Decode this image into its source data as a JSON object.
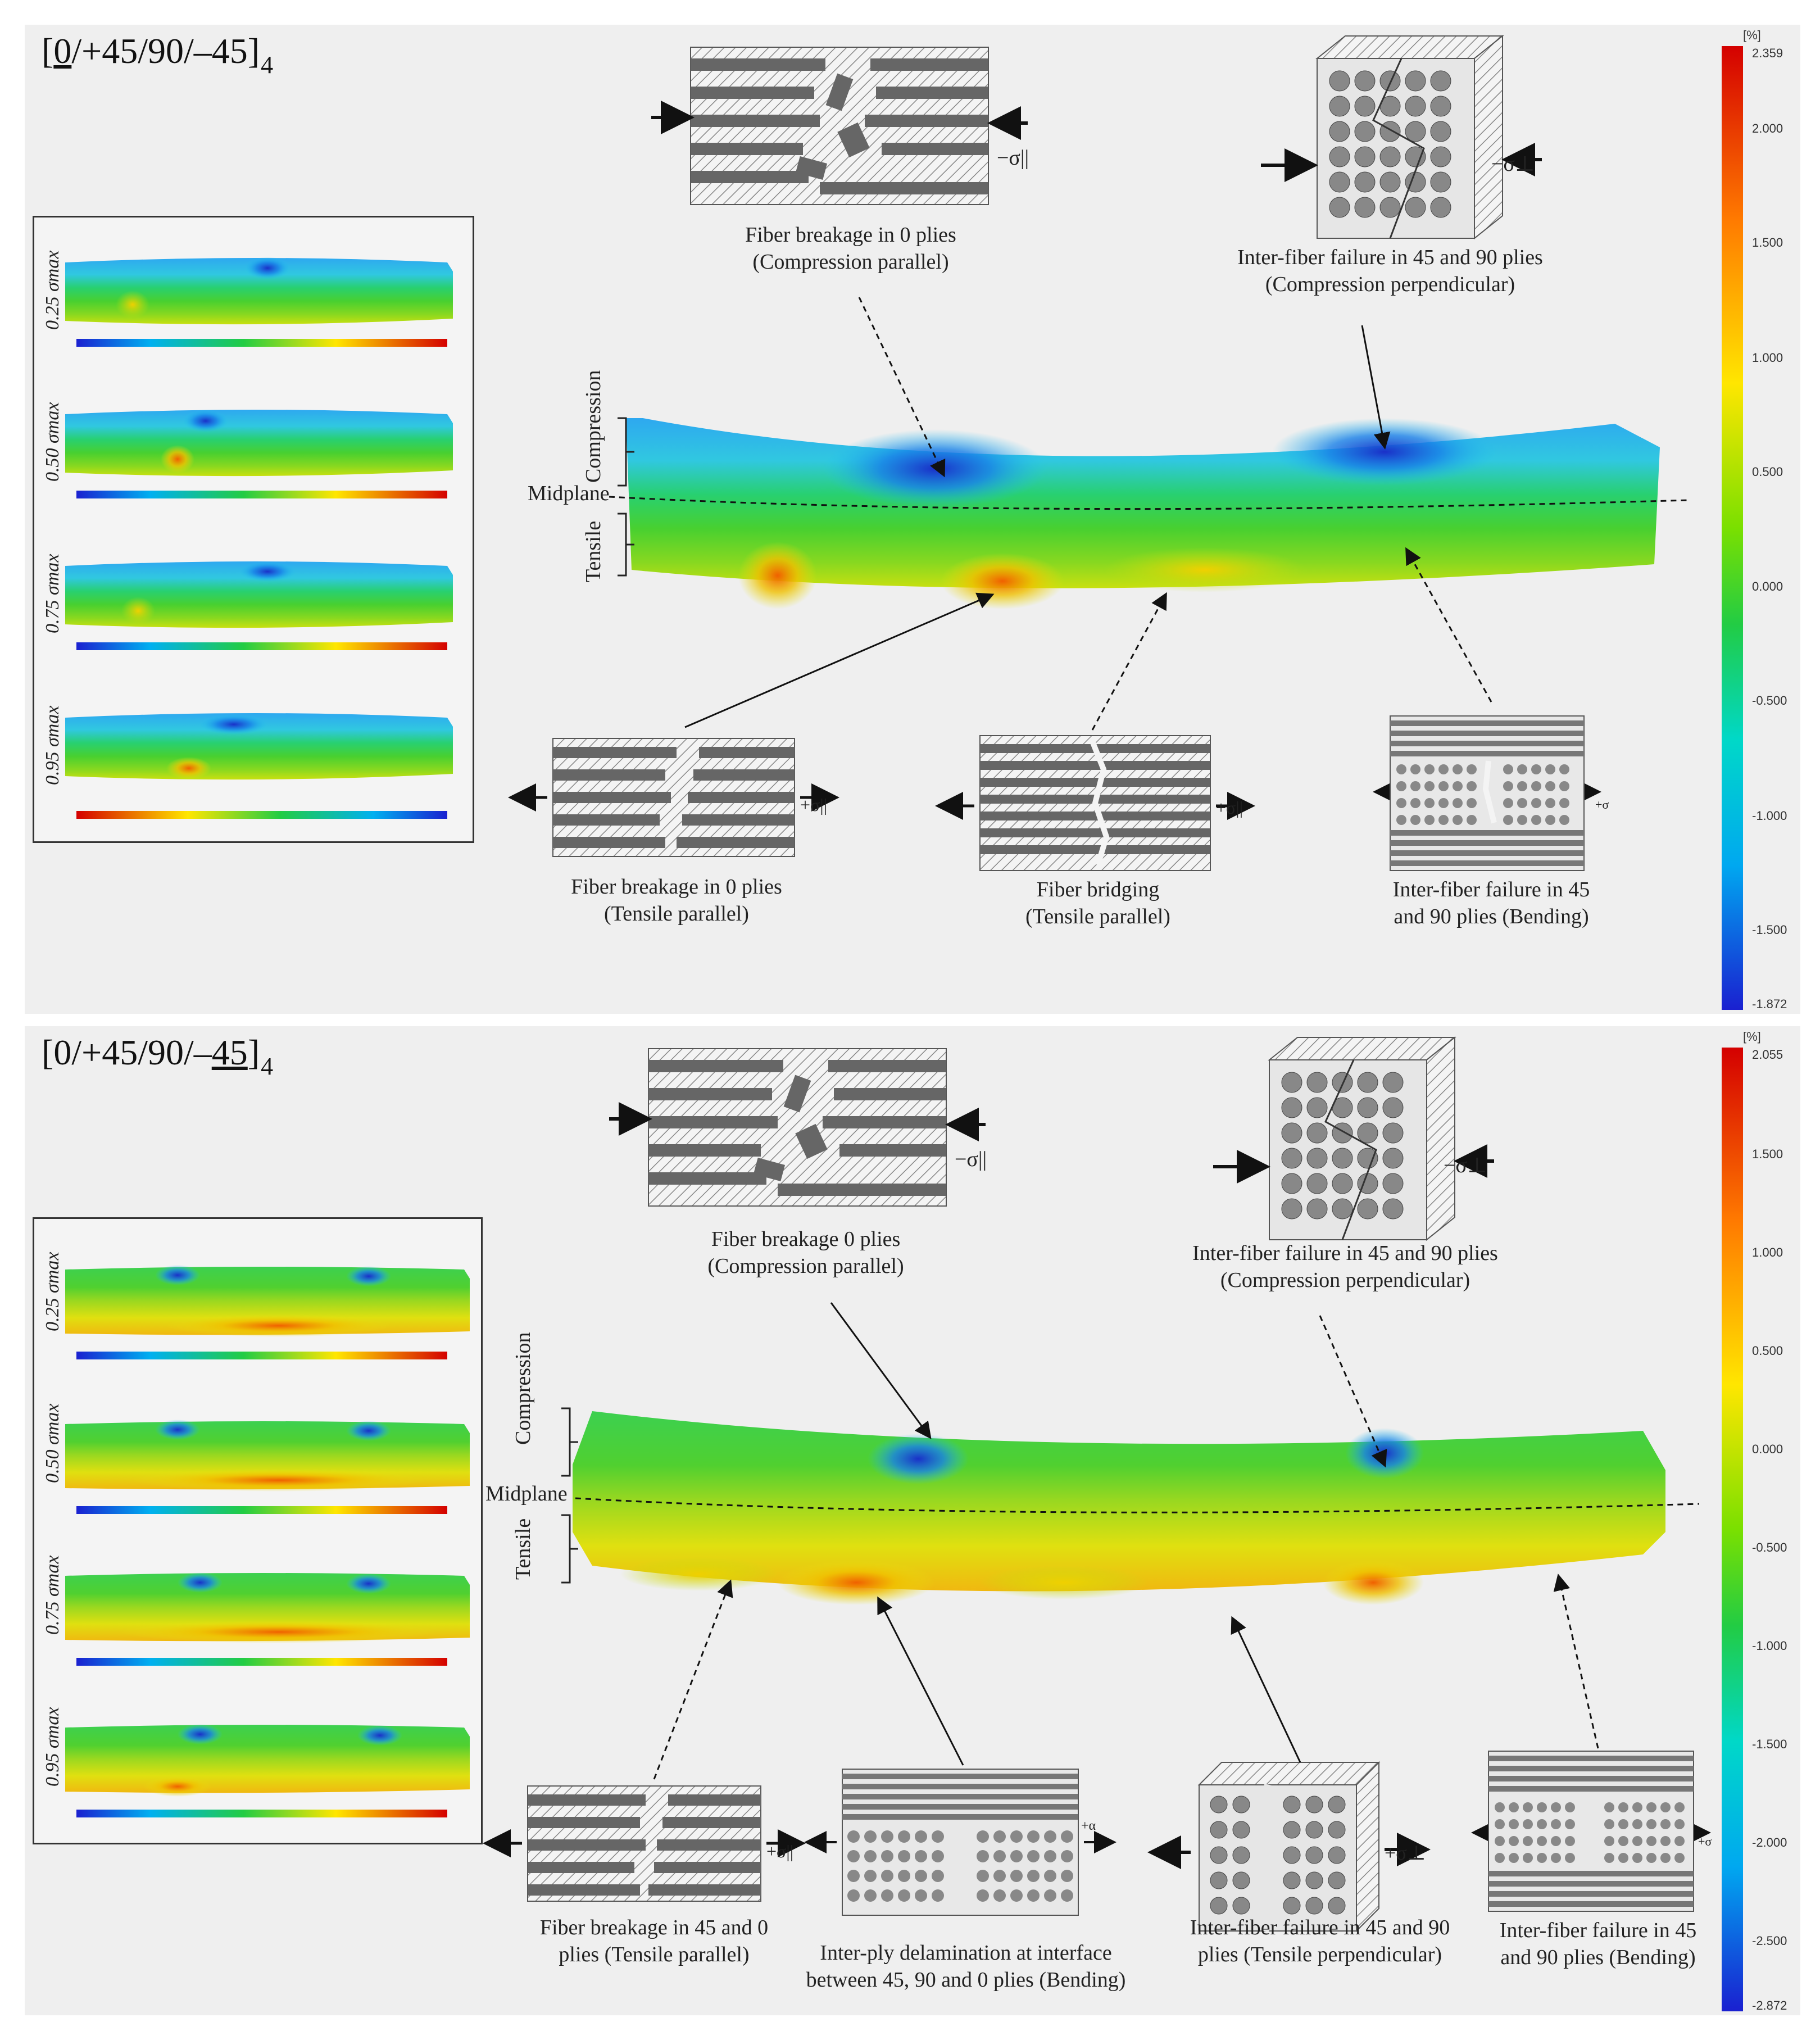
{
  "panel1": {
    "title_main": "[",
    "title_ul": "0",
    "title_rest": "/+45/90/–45]",
    "title_sub": "4",
    "zone_compression": "Compression",
    "zone_midplane": "Midplane",
    "zone_tensile": "Tensile",
    "stress_labels": [
      "0.25 σmax",
      "0.50 σmax",
      "0.75 σmax",
      "0.95 σmax"
    ],
    "captions": {
      "fb0_comp_l1": "Fiber breakage in 0 plies",
      "fb0_comp_l2": "(Compression  parallel)",
      "iff_comp_l1": "Inter-fiber  failure  in 45 and 90 plies",
      "iff_comp_l2": "(Compression  perpendicular)",
      "fb0_tens_l1": "Fiber breakage in 0 plies",
      "fb0_tens_l2": "(Tensile  parallel)",
      "bridge_l1": "Fiber bridging",
      "bridge_l2": "(Tensile  parallel)",
      "iff_bend_l1": "Inter-fiber  failure  in 45",
      "iff_bend_l2": "and 90 plies  (Bending)"
    },
    "symbols": {
      "comp_par": "−σ||",
      "comp_perp": "−σ⊥",
      "tens_par": "+σ||",
      "bend": "+σ"
    },
    "colorbar": {
      "unit": "[%]",
      "ticks": [
        "2.359",
        "2.000",
        "1.500",
        "1.000",
        "0.500",
        "0.000",
        "-0.500",
        "-1.000",
        "-1.500",
        "-1.872"
      ]
    }
  },
  "panel2": {
    "title_main": "[0/+45/90/–",
    "title_ul": "45",
    "title_rest": "]",
    "title_sub": "4",
    "zone_compression": "Compression",
    "zone_midplane": "Midplane",
    "zone_tensile": "Tensile",
    "stress_labels": [
      "0.25 σmax",
      "0.50 σmax",
      "0.75 σmax",
      "0.95 σmax"
    ],
    "captions": {
      "fb0_comp_l1": "Fiber breakage 0 plies",
      "fb0_comp_l2": "(Compression  parallel)",
      "iff_comp_l1": "Inter-fiber  failure  in 45 and 90 plies",
      "iff_comp_l2": "(Compression  perpendicular)",
      "fb450_l1": "Fiber breakage in 45 and 0",
      "fb450_l2": "plies  (Tensile  parallel)",
      "delam_l1": "Inter-ply  delamination  at interface",
      "delam_l2": "between  45, 90 and 0 plies  (Bending)",
      "iff_tperp_l1": "Inter-fiber  failure  in 45 and 90",
      "iff_tperp_l2": "plies  (Tensile  perpendicular)",
      "iff_bend_l1": "Inter-fiber  failure  in 45",
      "iff_bend_l2": "and 90 plies  (Bending)"
    },
    "symbols": {
      "comp_par": "−σ||",
      "comp_perp": "−σ⊥",
      "tens_par": "+σ||",
      "tens_perp": "+σ⊥",
      "alpha": "+α",
      "bend": "+σ"
    },
    "colorbar": {
      "unit": "[%]",
      "ticks": [
        "2.055",
        "1.500",
        "1.000",
        "0.500",
        "0.000",
        "-0.500",
        "-1.000",
        "-1.500",
        "-2.000",
        "-2.500",
        "-2.872"
      ]
    }
  },
  "colors": {
    "panel_bg": "#efefef",
    "jet_red": "#d7191c",
    "jet_yellow": "#f2e600",
    "jet_green": "#33cc33",
    "jet_cyan": "#00d0f0",
    "jet_blue": "#1530c8"
  }
}
